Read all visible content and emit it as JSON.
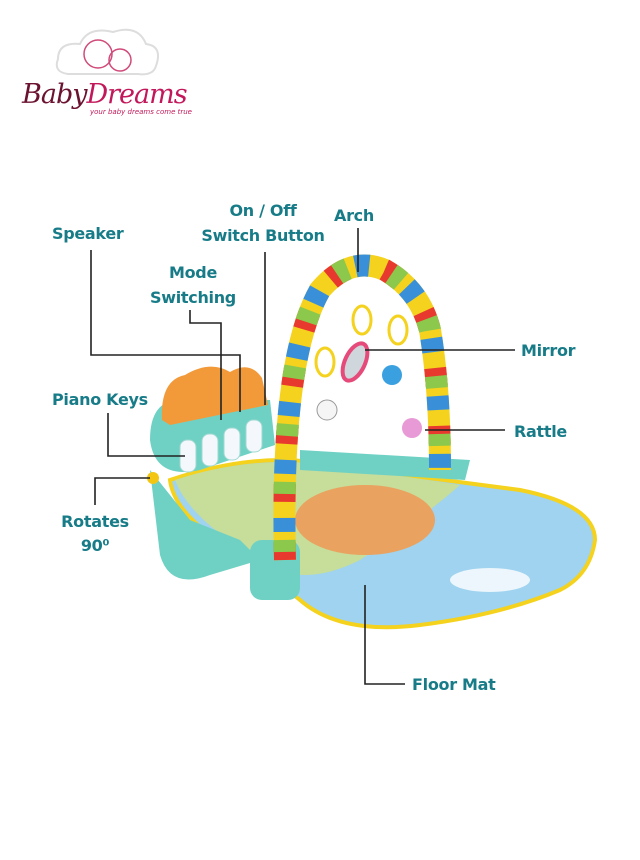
{
  "logo": {
    "brand_part1": "Baby",
    "brand_part2": "Dreams",
    "tagline": "your baby dreams come true"
  },
  "labels": {
    "speaker": "Speaker",
    "on_off_line1": "On / Off",
    "on_off_line2": "Switch Button",
    "arch": "Arch",
    "mode_line1": "Mode",
    "mode_line2": "Switching",
    "mirror": "Mirror",
    "piano_keys": "Piano Keys",
    "rattle": "Rattle",
    "rotates_line1": "Rotates",
    "rotates_line2": "90⁰",
    "floor_mat": "Floor Mat"
  },
  "colors": {
    "label": "#177c88",
    "brand_dark": "#6b1230",
    "brand_accent": "#c2185b"
  }
}
